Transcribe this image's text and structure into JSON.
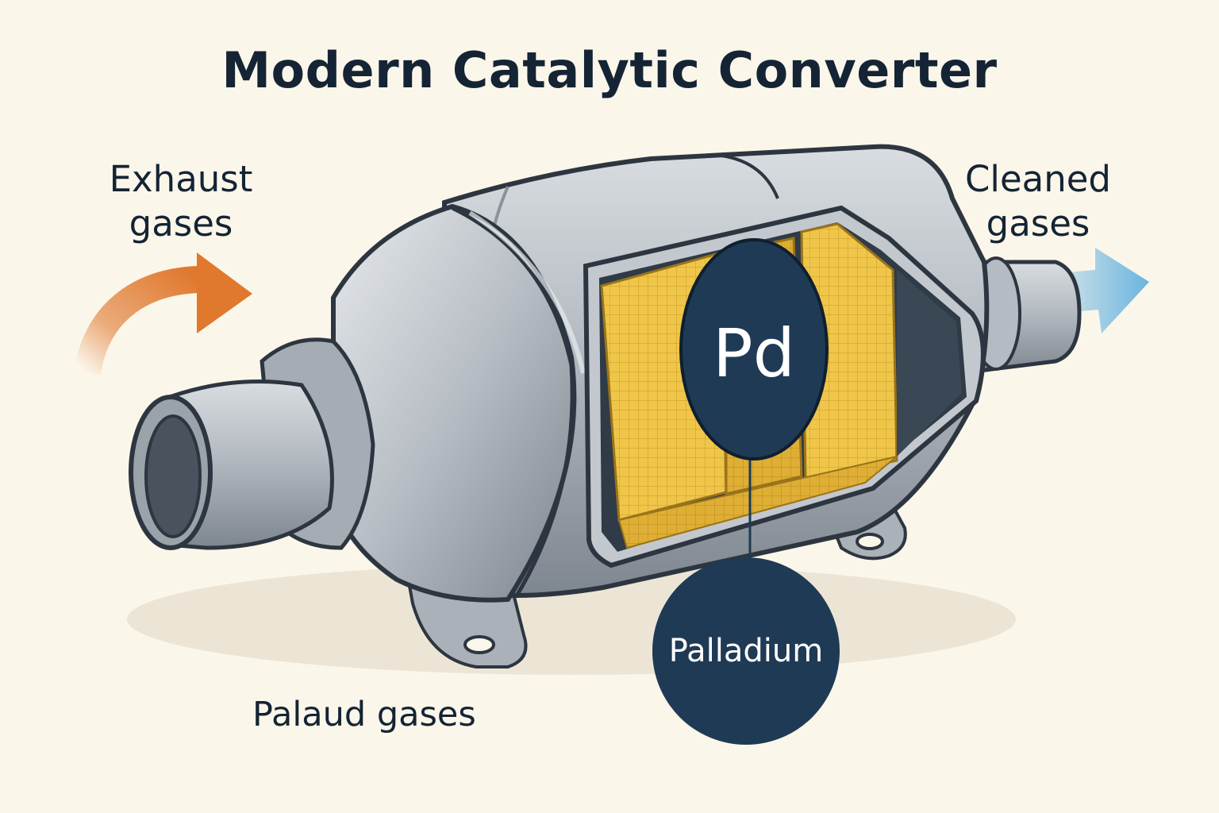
{
  "title": "Modern Catalytic Converter",
  "labels": {
    "inlet": "Exhaust gases",
    "outlet": "Cleaned gases",
    "bottom": "Palaud gases"
  },
  "element": {
    "symbol": "Pd",
    "name": "Palladium"
  },
  "colors": {
    "background": "#fbf6ea",
    "text": "#142434",
    "metal": "#a9b0b7",
    "substrate": "#f0c64a",
    "callout": "#1f3a54",
    "inlet_arrow": "#e0782e",
    "outlet_arrow": "#6ab4e0"
  }
}
